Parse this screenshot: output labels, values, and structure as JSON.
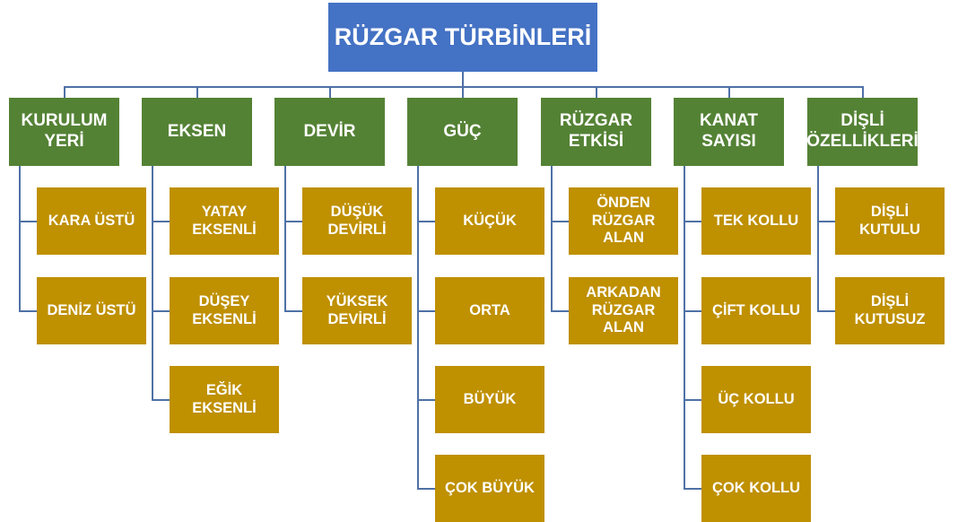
{
  "root": {
    "label": "RÜZGAR TÜRBİNLERİ"
  },
  "categories": [
    {
      "label": "KURULUM\nYERİ",
      "children": [
        "KARA ÜSTÜ",
        "DENİZ ÜSTÜ"
      ]
    },
    {
      "label": "EKSEN",
      "children": [
        "YATAY\nEKSENLİ",
        "DÜŞEY\nEKSENLİ",
        "EĞİK EKSENLİ"
      ]
    },
    {
      "label": "DEVİR",
      "children": [
        "DÜŞÜK\nDEVİRLİ",
        "YÜKSEK\nDEVİRLİ"
      ]
    },
    {
      "label": "GÜÇ",
      "children": [
        "KÜÇÜK",
        "ORTA",
        "BÜYÜK",
        "ÇOK BÜYÜK"
      ]
    },
    {
      "label": "RÜZGAR\nETKİSİ",
      "children": [
        "ÖNDEN\nRÜZGAR\nALAN",
        "ARKADAN\nRÜZGAR\nALAN"
      ]
    },
    {
      "label": "KANAT\nSAYISI",
      "children": [
        "TEK KOLLU",
        "ÇİFT KOLLU",
        "ÜÇ KOLLU",
        "ÇOK KOLLU"
      ]
    },
    {
      "label": "DİŞLİ\nÖZELLİKLERİ",
      "children": [
        "DİŞLİ\nKUTULU",
        "DİŞLİ\nKUTUSUZ"
      ]
    }
  ],
  "colors": {
    "root": "#4472C4",
    "category": "#548235",
    "leaf": "#BF9000",
    "connector": "#4F71A6"
  }
}
